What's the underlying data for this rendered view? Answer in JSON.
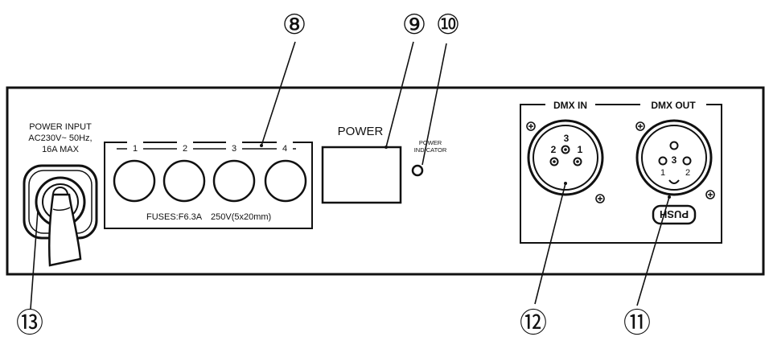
{
  "callouts": {
    "fuse_holders": "⑧",
    "power_switch": "⑨",
    "power_indicator": "⑩",
    "dmx_out": "⑪",
    "dmx_in": "⑫",
    "power_input": "⑬"
  },
  "power_input": {
    "title": "POWER INPUT",
    "rating": "AC230V~ 50Hz,",
    "current": "16A MAX"
  },
  "fuses": {
    "numbers": [
      "1",
      "2",
      "3",
      "4"
    ],
    "type": "FUSES:F6.3A",
    "size": "250V(5x20mm)"
  },
  "power_switch": {
    "label": "POWER"
  },
  "power_indicator": {
    "line1": "POWER",
    "line2": "INDICATOR"
  },
  "dmx": {
    "in_label": "DMX IN",
    "out_label": "DMX OUT",
    "in_pins": [
      "3",
      "2",
      "1"
    ],
    "out_pins": [
      "3",
      "1",
      "2"
    ],
    "push_label": "PUSH"
  },
  "colors": {
    "line": "#111111",
    "background": "#ffffff"
  }
}
